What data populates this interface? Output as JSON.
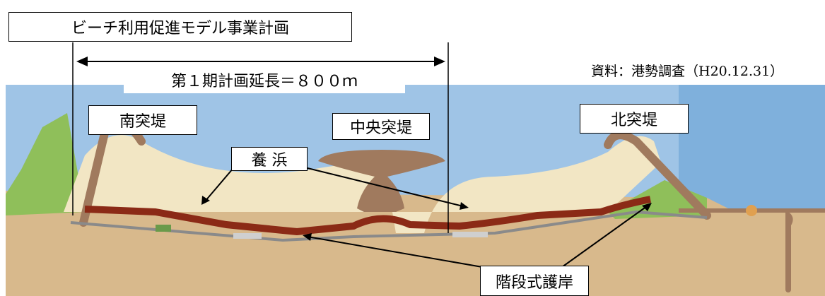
{
  "title": "ビーチ利用促進モデル事業計画",
  "span_label": "第１期計画延長＝８００ｍ",
  "source": "資料：港勢調査（H20.12.31）",
  "labels": {
    "south_jetty": "南突堤",
    "central_jetty": "中央突堤",
    "north_jetty": "北突堤",
    "nourishment": "養 浜",
    "stepped_revetment": "階段式護岸"
  },
  "colors": {
    "sea": "#9fc4e6",
    "sea_deep": "#7fb0dc",
    "sand_beach": "#f2e6c4",
    "land": "#d8b98c",
    "revetment": "#8b2a16",
    "jetty": "#a07a5e",
    "green": "#8fbf5a",
    "line": "#000000"
  }
}
